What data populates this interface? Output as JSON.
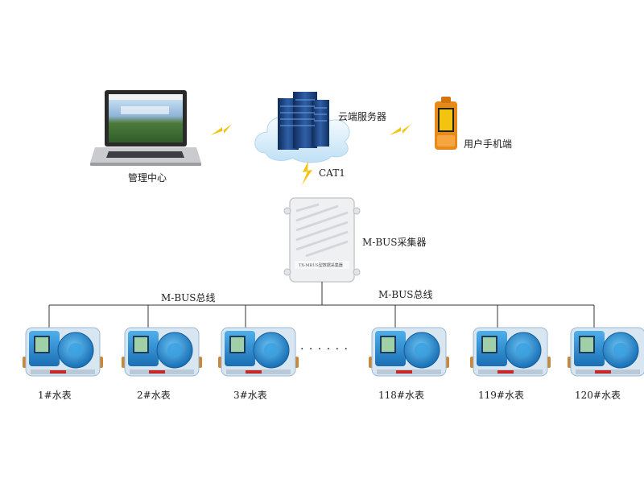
{
  "nodes": {
    "management": "管理中心",
    "cloud": "云端服务器",
    "mobile": "用户手机端",
    "cat1": "CAT1",
    "collector": "M-BUS采集器",
    "collector_plate": "TX-MBUS型数据采集器"
  },
  "bus": {
    "left_label": "M-BUS总线",
    "right_label": "M-BUS总线",
    "ellipsis": "· · · · · ·"
  },
  "meters": [
    {
      "label": "1#水表"
    },
    {
      "label": "2#水表"
    },
    {
      "label": "3#水表"
    },
    {
      "label": "118#水表"
    },
    {
      "label": "119#水表"
    },
    {
      "label": "120#水表"
    }
  ],
  "colors": {
    "bolt": "#f2c40f",
    "meter_body": "#2a8fd4",
    "meter_dial": "#1f7fc4",
    "cloud": "#cfe7f8",
    "server": "#1c3f7a"
  }
}
